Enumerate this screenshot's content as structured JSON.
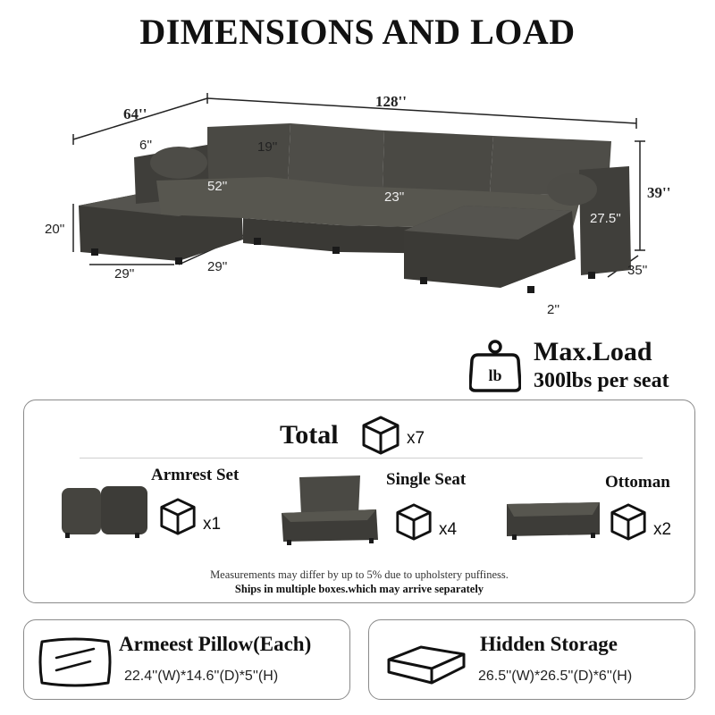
{
  "title": "DIMENSIONS AND LOAD",
  "dimensions": {
    "depth_left": "64''",
    "overall_width": "128''",
    "arm_width": "6''",
    "back_height": "19''",
    "seat_width_left": "52''",
    "seat_depth": "23''",
    "overall_height": "39''",
    "seat_height_right": "27.5''",
    "seat_height_left": "20''",
    "ottoman_width": "29''",
    "ottoman_depth": "29''",
    "arm_depth_right": "35''",
    "leg_height": "2''"
  },
  "max_load": {
    "icon_letter": "lb",
    "title": "Max.Load",
    "subtitle": "300lbs per seat"
  },
  "package": {
    "total_label": "Total",
    "total_qty": "x7",
    "items": [
      {
        "label": "Armrest Set",
        "qty": "x1"
      },
      {
        "label": "Single Seat",
        "qty": "x4"
      },
      {
        "label": "Ottoman",
        "qty": "x2"
      }
    ],
    "note": "Measurements may differ by up to 5% due to upholstery puffiness.",
    "shipping_note": "Ships in multiple boxes.which may arrive separately"
  },
  "pillow": {
    "title": "Armeest Pillow(Each)",
    "dims": "22.4''(W)*14.6''(D)*5''(H)"
  },
  "storage": {
    "title": "Hidden Storage",
    "dims": "26.5''(W)*26.5''(D)*6''(H)"
  },
  "colors": {
    "fabric": "#45443f",
    "fabric_dark": "#33322e",
    "fabric_light": "#5b5a55",
    "border": "#8a8a8a"
  }
}
